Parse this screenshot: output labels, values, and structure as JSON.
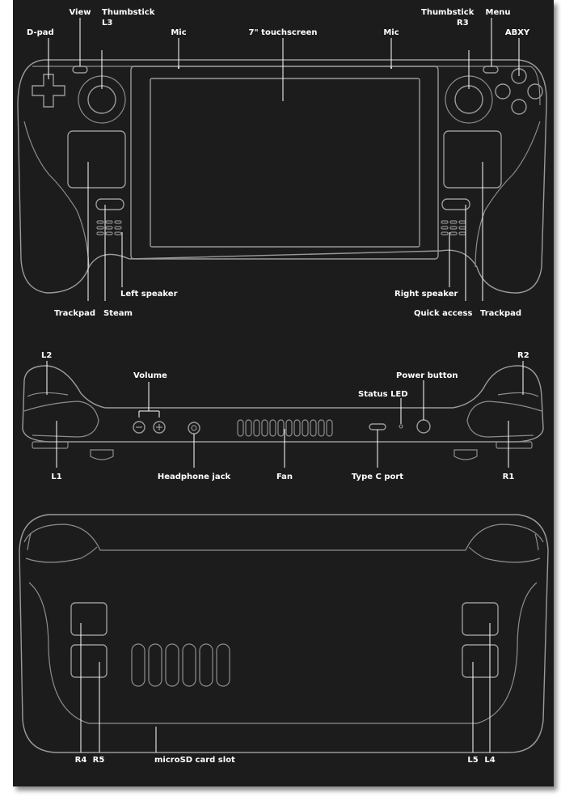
{
  "labels": {
    "dpad": "D-pad",
    "view": "View",
    "thumbstick_l3": [
      "Thumbstick",
      "L3"
    ],
    "mic_left": "Mic",
    "touchscreen": "7\" touchscreen",
    "mic_right": "Mic",
    "thumbstick_r3": [
      "Thumbstick",
      "R3"
    ],
    "menu": "Menu",
    "abxy": "ABXY",
    "left_speaker": "Left speaker",
    "trackpad_left": "Trackpad",
    "steam": "Steam",
    "right_speaker": "Right speaker",
    "quick_access": "Quick access",
    "trackpad_right": "Trackpad",
    "l2": "L2",
    "volume": "Volume",
    "status_led": "Status LED",
    "power_button": "Power button",
    "r2": "R2",
    "l1": "L1",
    "headphone_jack": "Headphone jack",
    "fan": "Fan",
    "type_c_port": "Type C port",
    "r1": "R1",
    "r4": "R4",
    "r5": "R5",
    "microsd": "microSD card slot",
    "l5": "L5",
    "l4": "L4"
  },
  "colors": {
    "panel": "#1f1f1f",
    "outline": "#9a9a9a",
    "label": "#ffffff"
  }
}
